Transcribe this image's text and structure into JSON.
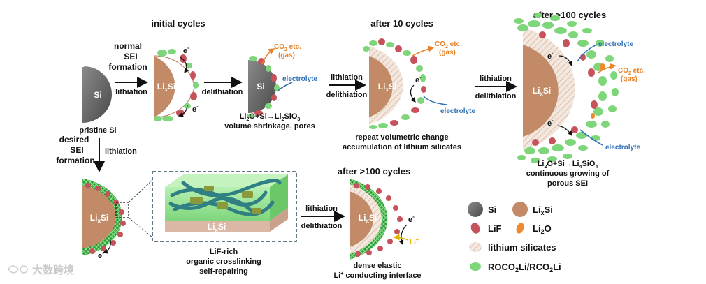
{
  "stages": {
    "initial_cycles": "initial cycles",
    "after_10_cycles": "after 10 cycles",
    "after_100_top": "after >100 cycles",
    "after_100_bottom": "after >100 cycles"
  },
  "labels": {
    "normal_sei_1": "normal",
    "normal_sei_2": "SEI",
    "normal_sei_3": "formation",
    "lithiation": "lithiation",
    "delithiation": "delithiation",
    "pristine_si": "pristine Si",
    "si": "Si",
    "lixsi_main": "Li",
    "lixsi_sub": "x",
    "lixsi_tail": "Si",
    "electron": "e",
    "electron_sup": "-",
    "co2_1": "CO",
    "co2_sub": "2",
    "co2_2": " etc.",
    "gas": "(gas)",
    "electrolyte": "electrolyte",
    "reaction1_a": "Li",
    "reaction1_b": "2",
    "reaction1_c": "O+Si→Li",
    "reaction1_d": "2",
    "reaction1_e": "SiO",
    "reaction1_f": "3",
    "volume_shrink": "volume shrinkage, pores",
    "repeat_change": "repeat volumetric change",
    "accumulation": "accumulation of lithium silicates",
    "reaction2_a": "Li",
    "reaction2_b": "2",
    "reaction2_c": "O+Si→Li",
    "reaction2_d": "4",
    "reaction2_e": "SiO",
    "reaction2_f": "4",
    "continuous_1": "continuous growing of",
    "continuous_2": "porous SEI",
    "desired_1": "desired",
    "desired_2": "SEI",
    "desired_3": "formation",
    "lif_rich_1": "LiF-rich",
    "lif_rich_2": "organic crosslinking",
    "lif_rich_3": "self-repairing",
    "dense_1": "dense  elastic",
    "dense_2_a": "Li",
    "dense_2_b": "+",
    "dense_2_c": " conducting interface",
    "li_plus": "Li",
    "li_plus_sup": "+"
  },
  "legend": {
    "si": "Si",
    "lixsi_main": "Li",
    "lixsi_sub": "x",
    "lixsi_tail": "Si",
    "lif": "LiF",
    "li2o_a": "Li",
    "li2o_b": "2",
    "li2o_c": "O",
    "lithium_silicates": "lithium silicates",
    "roco_a": "ROCO",
    "roco_b": "2",
    "roco_c": "Li/RCO",
    "roco_d": "2",
    "roco_e": "Li"
  },
  "watermark": "大数跨境",
  "colors": {
    "si": "#5f5f5f",
    "lixsi": "#c28a66",
    "lif": "#c6525c",
    "li2o": "#ee8a2c",
    "silicate": "#e8d7cb",
    "roco": "#7ed67a",
    "electrolyte": "#2f6fb5",
    "gas": "#e8822a",
    "dashed_box": "#2e4b5a"
  }
}
